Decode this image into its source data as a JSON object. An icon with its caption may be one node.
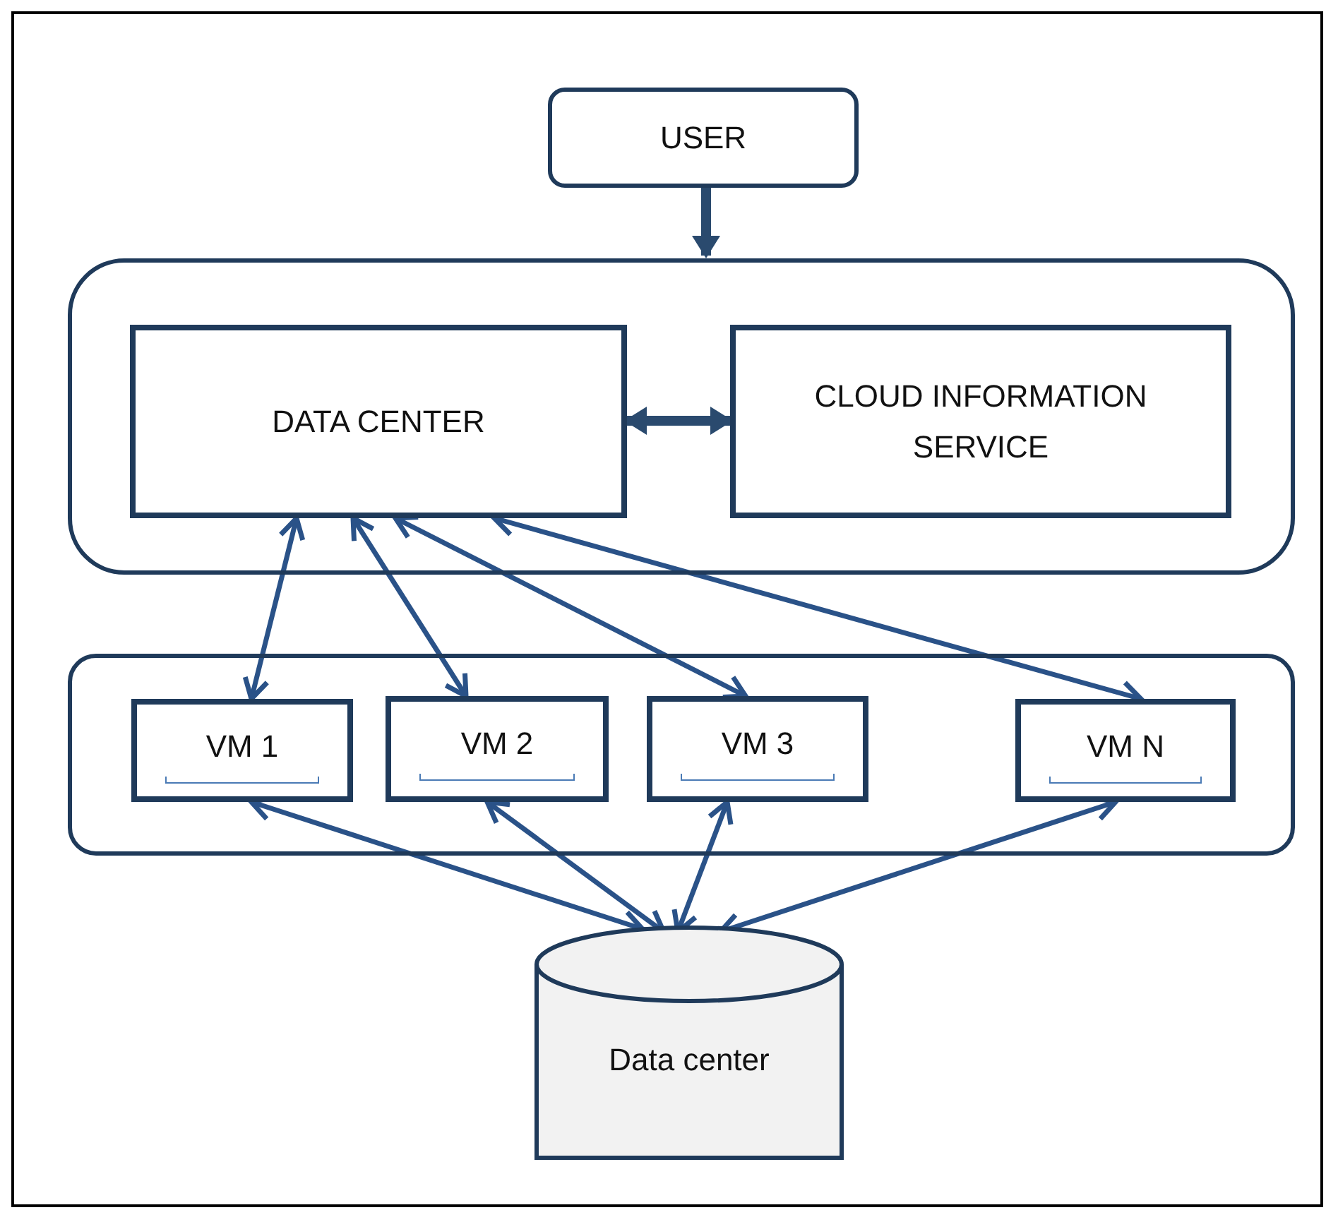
{
  "diagram": {
    "nodes": [
      {
        "text": [
          "USER"
        ]
      },
      {
        "text": [],
        "shape": "box"
      },
      {
        "text": [
          "DATA CENTER"
        ],
        "in": 1
      },
      {
        "text": [
          "CLOUD INFORMATION SERVICE"
        ],
        "in": 1
      },
      {
        "text": [],
        "shape": "box"
      },
      {
        "text": [
          "VM 1"
        ],
        "in": 4
      },
      {
        "text": [
          "VM 2"
        ],
        "in": 4
      },
      {
        "text": [
          "VM 3"
        ],
        "in": 4
      },
      {
        "text": [
          "VM N"
        ],
        "in": 4
      },
      {
        "text": [
          "Data center"
        ]
      }
    ],
    "edges": [
      {
        "from": 0,
        "to": 1,
        "arrow": "to",
        "style": "thick"
      },
      {
        "from": 2,
        "to": 3,
        "arrow": "both",
        "style": "thick"
      },
      {
        "from": 2,
        "to": 5,
        "arrow": "both"
      },
      {
        "from": 2,
        "to": 6,
        "arrow": "both"
      },
      {
        "from": 2,
        "to": 7,
        "arrow": "both"
      },
      {
        "from": 2,
        "to": 8,
        "arrow": "both"
      },
      {
        "from": 9,
        "to": 5,
        "arrow": "both"
      },
      {
        "from": 9,
        "to": 6,
        "arrow": "both"
      },
      {
        "from": 9,
        "to": 7,
        "arrow": "both"
      },
      {
        "from": 9,
        "to": 8,
        "arrow": "both"
      }
    ]
  }
}
